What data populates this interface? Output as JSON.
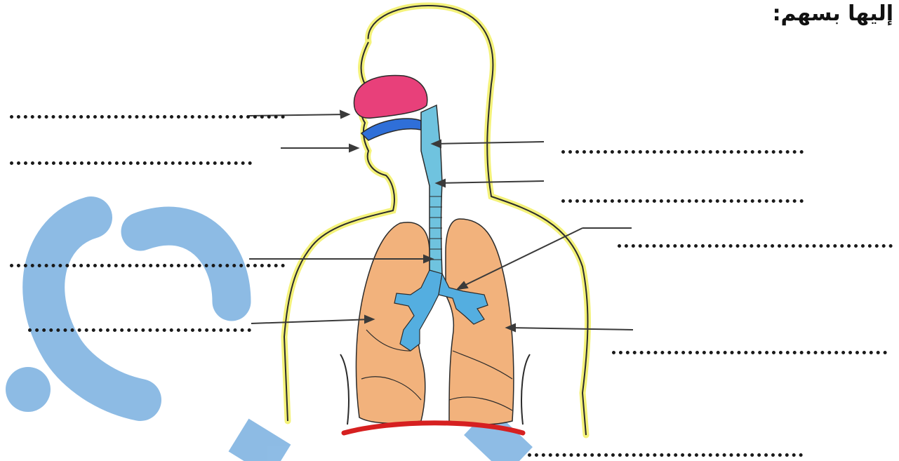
{
  "instruction": "إليها بسهم:",
  "labels": [
    {
      "id": "nose",
      "text": ""
    },
    {
      "id": "mouth",
      "text": ""
    },
    {
      "id": "pharynx",
      "text": ""
    },
    {
      "id": "larynx",
      "text": ""
    },
    {
      "id": "trachea",
      "text": ""
    },
    {
      "id": "bronchi",
      "text": ""
    },
    {
      "id": "right-lung",
      "text": ""
    },
    {
      "id": "left-lung",
      "text": ""
    },
    {
      "id": "diaphragm",
      "text": ""
    }
  ],
  "colors": {
    "outline": "#2b2b2b",
    "nasal_cavity": "#e8407a",
    "oral_cavity": "#2f6fd8",
    "airway": "#6fc3df",
    "bronchi": "#54aee0",
    "lungs": "#f2b27c",
    "diaphragm": "#d62020",
    "watermark": "#7ab0e0",
    "body_glow": "#f4f27a"
  }
}
